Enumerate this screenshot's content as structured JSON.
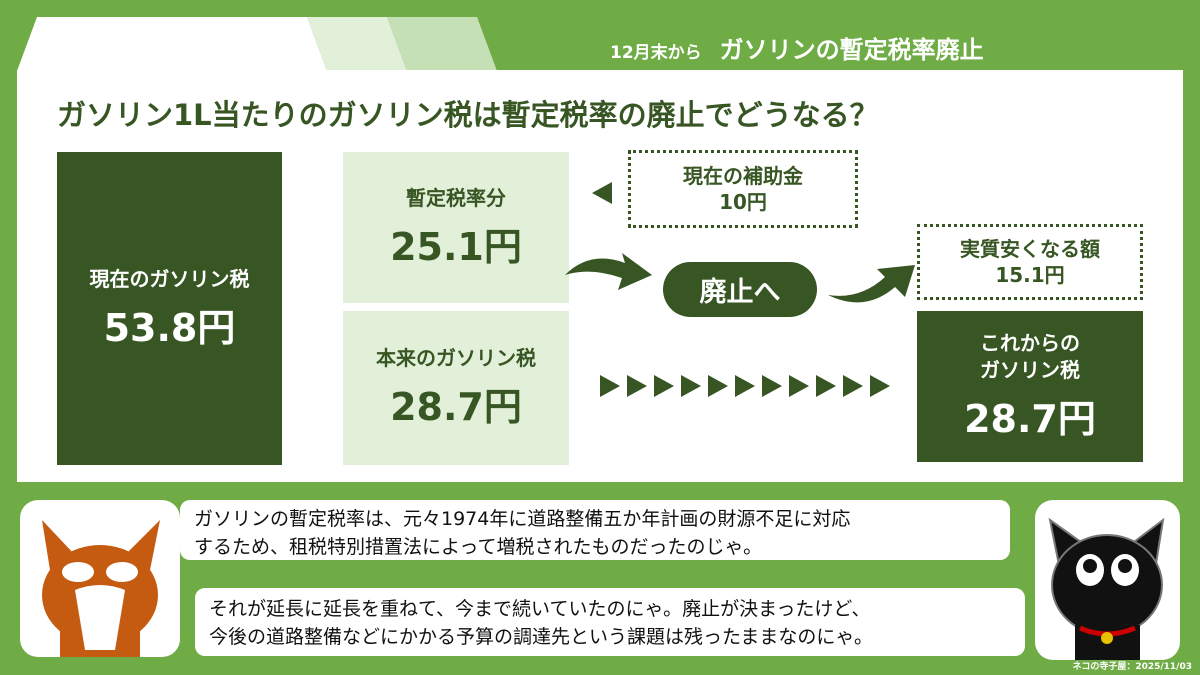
{
  "header": {
    "sub": "12月末から",
    "title": "ガソリンの暫定税率廃止"
  },
  "main_title": "ガソリン1L当たりのガソリン税は暫定税率の廃止でどうなる？",
  "current_tax": {
    "label": "現在のガソリン税",
    "value": "53.8円"
  },
  "provisional": {
    "label": "暫定税率分",
    "value": "25.1円"
  },
  "original": {
    "label": "本来のガソリン税",
    "value": "28.7円"
  },
  "subsidy": {
    "label": "現在の補助金",
    "value": "10円"
  },
  "abolish": "廃止へ",
  "savings": {
    "label": "実質安くなる額",
    "value": "15.1円"
  },
  "future_tax": {
    "label1": "これからの",
    "label2": "ガソリン税",
    "value": "28.7円"
  },
  "dialog": [
    {
      "line1": "ガソリンの暫定税率は、元々1974年に道路整備五か年計画の財源不足に対応",
      "line2": "するため、租税特別措置法によって増税されたものだったのじゃ。"
    },
    {
      "line1": "それが延長に延長を重ねて、今まで続いていたのにゃ。廃止が決まったけど、",
      "line2": "今後の道路整備などにかかる予算の調達先という課題は残ったままなのにゃ。"
    }
  ],
  "credit": "ネコの寺子屋：2025/11/03",
  "colors": {
    "bg": "#6fac46",
    "dark": "#375623",
    "light": "#e2efd9"
  }
}
